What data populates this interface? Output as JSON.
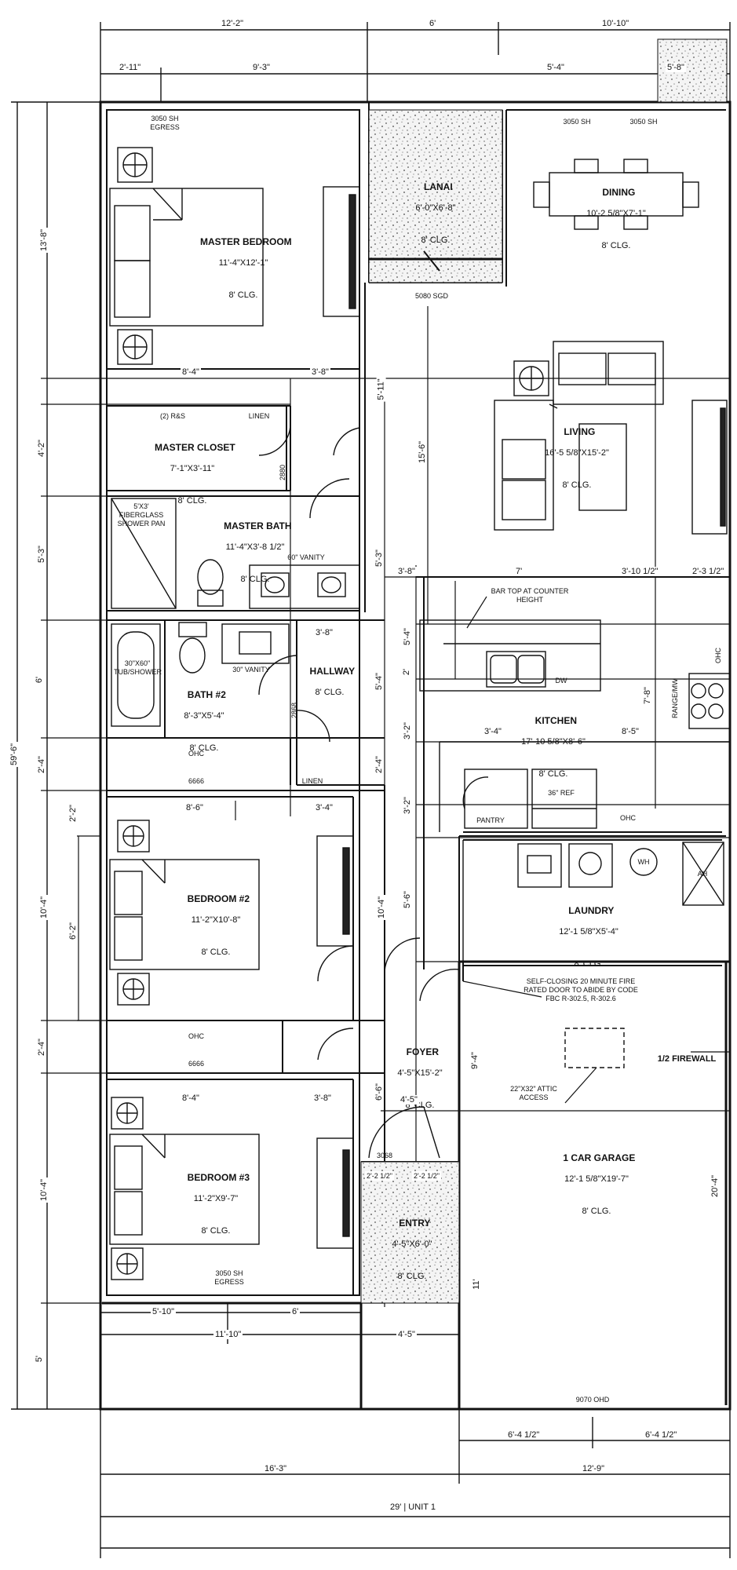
{
  "rooms": {
    "master_bedroom": {
      "name": "MASTER BEDROOM",
      "size": "11'-4\"X12'-1\"",
      "ceiling": "8' CLG."
    },
    "lanai": {
      "name": "LANAI",
      "size": "6'-0\"X6'-8\"",
      "ceiling": "8' CLG."
    },
    "dining": {
      "name": "DINING",
      "size": "10'-2 5/8\"X7'-1\"",
      "ceiling": "8' CLG."
    },
    "living": {
      "name": "LIVING",
      "size": "16'-5 5/8\"X15'-2\"",
      "ceiling": "8' CLG."
    },
    "master_closet": {
      "name": "MASTER CLOSET",
      "size": "7'-1\"X3'-11\"",
      "ceiling": "8' CLG."
    },
    "master_bath": {
      "name": "MASTER BATH",
      "size": "11'-4\"X3'-8 1/2\"",
      "ceiling": "8' CLG."
    },
    "hallway": {
      "name": "HALLWAY",
      "ceiling": "8' CLG."
    },
    "bath2": {
      "name": "BATH #2",
      "size": "8'-3\"X5'-4\"",
      "ceiling": "8' CLG."
    },
    "kitchen": {
      "name": "KITCHEN",
      "size": "17'-10 5/8\"X8'-6\"",
      "ceiling": "8' CLG."
    },
    "bedroom2": {
      "name": "BEDROOM #2",
      "size": "11'-2\"X10'-8\"",
      "ceiling": "8' CLG."
    },
    "laundry": {
      "name": "LAUNDRY",
      "size": "12'-1 5/8\"X5'-4\"",
      "ceiling": "8' CLG."
    },
    "foyer": {
      "name": "FOYER",
      "size": "4'-5\"X15'-2\"",
      "ceiling": "8' CLG."
    },
    "bedroom3": {
      "name": "BEDROOM #3",
      "size": "11'-2\"X9'-7\"",
      "ceiling": "8' CLG."
    },
    "entry": {
      "name": "ENTRY",
      "size": "4'-5\"X6'-0\"",
      "ceiling": "8' CLG."
    },
    "garage": {
      "name": "1 CAR GARAGE",
      "size": "12'-1 5/8\"X19'-7\"",
      "ceiling": "8' CLG."
    }
  },
  "notes": {
    "egress_top": "3050 SH\nEGRESS",
    "sh_dining_1": "3050 SH",
    "sh_dining_2": "3050 SH",
    "sgd": "5080 SGD",
    "shelves": "(2) R&S",
    "linen": "LINEN",
    "shower_pan": "5'X3'\nFIBERGLASS\nSHOWER PAN",
    "vanity_60": "60\" VANITY",
    "vanity_30": "30\" VANITY",
    "tub": "30\"X60\"\nTUB/SHOWER",
    "bar_top": "BAR TOP AT COUNTER\nHEIGHT",
    "dw": "DW",
    "ohc_hall": "OHC",
    "shelf_hall": "6666",
    "linen_hall": "LINEN",
    "pantry": "PANTRY",
    "ref": "36\" REF",
    "ohc_kitchen": "OHC",
    "range": "RANGE/MW",
    "ohc_right": "OHC",
    "wh": "WH",
    "ohc_bed": "OHC",
    "shelf_bed": "6666",
    "egress_bottom": "3050 SH\nEGRESS",
    "garage_door": "9070 OHD",
    "firewall": "1/2 FIREWALL",
    "self_closing": "SELF-CLOSING 20 MINUTE FIRE\nRATED DOOR TO ABIDE BY CODE\nFBC R-302.5, R-302.6",
    "attic": "22\"X32\" ATTIC\nACCESS",
    "ahu": "AH",
    "door_2880": "2880",
    "door_2868": "2868",
    "door_3068": "3068",
    "unit": "29' | UNIT 1"
  },
  "dims": {
    "top_1": "12'-2\"",
    "top_2": "6'",
    "top_3": "10'-10\"",
    "top_4": "2'-11\"",
    "top_5": "9'-3\"",
    "top_6": "5'-4\"",
    "top_7": "5'-8\"",
    "left_1": "13'-8\"",
    "left_2": "4'-2\"",
    "left_3": "5'-3\"",
    "left_4": "6'",
    "left_5": "2'-4\"",
    "left_6": "10'-4\"",
    "left_7": "2'-4\"",
    "left_8": "10'-4\"",
    "left_9": "5'",
    "overall_left": "59'-6\"",
    "bed2_inner_1": "2'-2\"",
    "bed2_inner_2": "6'-2\"",
    "mb_bottom_1": "8'-4\"",
    "mb_bottom_2": "3'-8\"",
    "hall_mid": "3'-8\"",
    "kitchen_top_1": "3'-8\"",
    "kitchen_top_2": "7'",
    "kitchen_top_3": "3'-10 1/2\"",
    "kitchen_top_4": "2'-3 1/2\"",
    "bed2_top_1": "8'-6\"",
    "bed2_top_2": "3'-4\"",
    "bed3_top_1": "8'-4\"",
    "bed3_top_2": "3'-8\"",
    "foyer_w": "4'-5\"",
    "kitchen_1": "3'-4\"",
    "kitchen_2": "8'-5\"",
    "kitchen_v": "7'-8\"",
    "living_v": "15'-6\"",
    "mid_v1": "5'-11\"",
    "mid_v2": "5'-3\"",
    "mid_v3": "5'-4\"",
    "mid_v4": "2'-4\"",
    "mid_v5": "10'-4\"",
    "mid_v6": "6'-6\"",
    "right_v1": "5'-4\"",
    "right_v2": "2'",
    "right_v3": "3'-2\"",
    "right_v4": "3'-2\"",
    "right_v5": "5'-6\"",
    "right_v6": "9'-4\"",
    "right_v7": "11'",
    "garage_v": "20'-4\"",
    "bot_1": "5'-10\"",
    "bot_2": "6'",
    "bot_3": "11'-10\"",
    "bot_4": "4'-5\"",
    "bot_5": "6'-4 1/2\"",
    "bot_6": "6'-4 1/2\"",
    "bot_7": "16'-3\"",
    "bot_8": "12'-9\"",
    "entry_d1": "2'-2 1/2\"",
    "entry_d2": "2'-2 1/2\""
  }
}
